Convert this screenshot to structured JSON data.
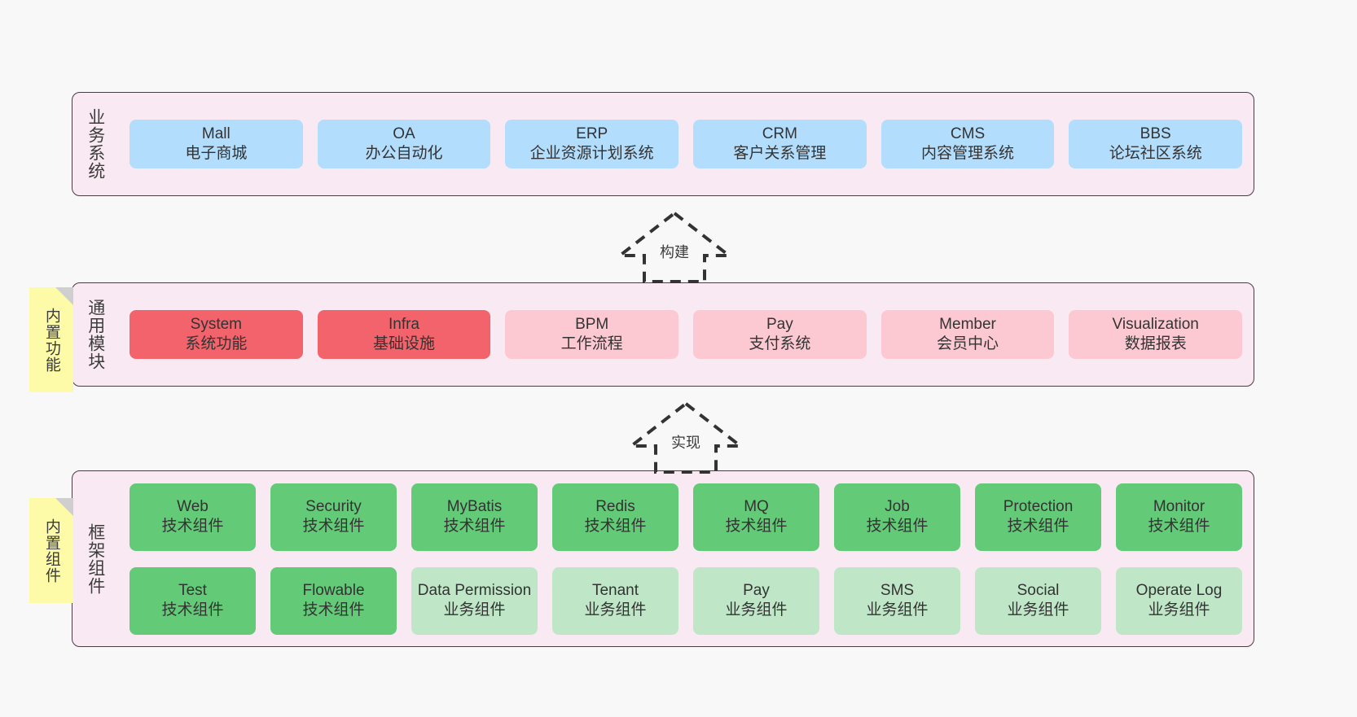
{
  "diagram": {
    "background_color": "#f8f8f8",
    "container_fill": "#f9e9f3",
    "container_border": "#4a3b44",
    "note_fill": "#fdfaa8",
    "colors": {
      "business": "#b3ddfc",
      "core_module": "#f2636b",
      "module": "#fcc9d2",
      "tech_component": "#63ca77",
      "biz_component": "#bfe7c7"
    }
  },
  "layers": [
    {
      "id": "business-system",
      "title": "业务系统",
      "note": null,
      "rows": [
        {
          "style": "c-blue",
          "cells": [
            {
              "l1": "Mall",
              "l2": "电子商城"
            },
            {
              "l1": "OA",
              "l2": "办公自动化"
            },
            {
              "l1": "ERP",
              "l2": "企业资源计划系统"
            },
            {
              "l1": "CRM",
              "l2": "客户关系管理"
            },
            {
              "l1": "CMS",
              "l2": "内容管理系统"
            },
            {
              "l1": "BBS",
              "l2": "论坛社区系统"
            }
          ]
        }
      ]
    },
    {
      "id": "common-module",
      "title": "通用模块",
      "note": "内置功能",
      "rows": [
        {
          "style": "mixed",
          "cells": [
            {
              "l1": "System",
              "l2": "系统功能",
              "style": "c-red"
            },
            {
              "l1": "Infra",
              "l2": "基础设施",
              "style": "c-red"
            },
            {
              "l1": "BPM",
              "l2": "工作流程",
              "style": "c-pink"
            },
            {
              "l1": "Pay",
              "l2": "支付系统",
              "style": "c-pink"
            },
            {
              "l1": "Member",
              "l2": "会员中心",
              "style": "c-pink"
            },
            {
              "l1": "Visualization",
              "l2": "数据报表",
              "style": "c-pink"
            }
          ]
        }
      ]
    },
    {
      "id": "framework-component",
      "title": "框架组件",
      "note": "内置组件",
      "rows": [
        {
          "style": "c-green",
          "cells": [
            {
              "l1": "Web",
              "l2": "技术组件"
            },
            {
              "l1": "Security",
              "l2": "技术组件"
            },
            {
              "l1": "MyBatis",
              "l2": "技术组件"
            },
            {
              "l1": "Redis",
              "l2": "技术组件"
            },
            {
              "l1": "MQ",
              "l2": "技术组件"
            },
            {
              "l1": "Job",
              "l2": "技术组件"
            },
            {
              "l1": "Protection",
              "l2": "技术组件"
            },
            {
              "l1": "Monitor",
              "l2": "技术组件"
            }
          ]
        },
        {
          "style": "mixed",
          "cells": [
            {
              "l1": "Test",
              "l2": "技术组件",
              "style": "c-green"
            },
            {
              "l1": "Flowable",
              "l2": "技术组件",
              "style": "c-green"
            },
            {
              "l1": "Data Permission",
              "l2": "业务组件",
              "style": "c-lightgreen",
              "wrap": true
            },
            {
              "l1": "Tenant",
              "l2": "业务组件",
              "style": "c-lightgreen"
            },
            {
              "l1": "Pay",
              "l2": "业务组件",
              "style": "c-lightgreen"
            },
            {
              "l1": "SMS",
              "l2": "业务组件",
              "style": "c-lightgreen"
            },
            {
              "l1": "Social",
              "l2": "业务组件",
              "style": "c-lightgreen"
            },
            {
              "l1": "Operate Log",
              "l2": "业务组件",
              "style": "c-lightgreen"
            }
          ]
        }
      ]
    }
  ],
  "arrows": [
    {
      "id": "build-arrow",
      "label": "构建"
    },
    {
      "id": "implement-arrow",
      "label": "实现"
    }
  ]
}
